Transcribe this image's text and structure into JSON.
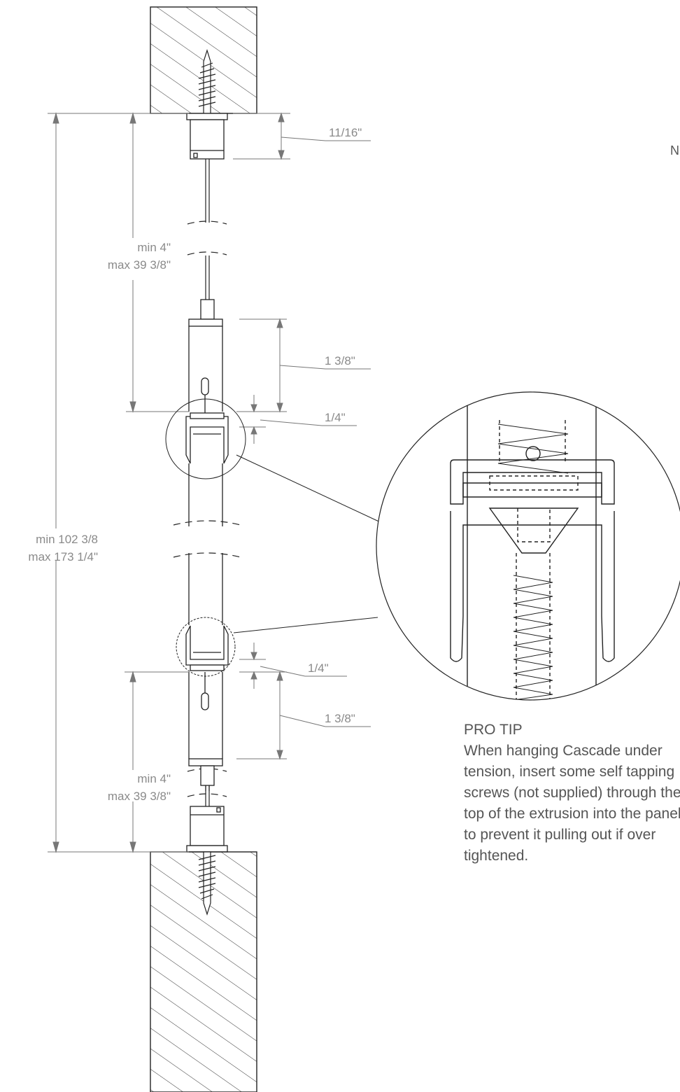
{
  "dimensions": {
    "top_gap": "11/16\"",
    "top_min": "min 4\"",
    "top_max": "max 39 3/8\"",
    "upper_sleeve": "1 3/8\"",
    "upper_clip": "1/4\"",
    "overall_min": "min 102 3/8",
    "overall_max": "max 173 1/4\"",
    "lower_clip": "1/4\"",
    "lower_sleeve": "1 3/8\"",
    "bottom_min": "min 4\"",
    "bottom_max": "max 39 3/8\""
  },
  "pro_tip": {
    "title": "PRO TIP",
    "body": "When hanging Cascade under tension, insert some self tapping screws (not supplied) through the top of the extrusion into the panel to prevent it pulling out if over tightened."
  },
  "edge_text": "N",
  "colors": {
    "line": "#222222",
    "dimension": "#8a8a8a",
    "text": "#555555"
  }
}
